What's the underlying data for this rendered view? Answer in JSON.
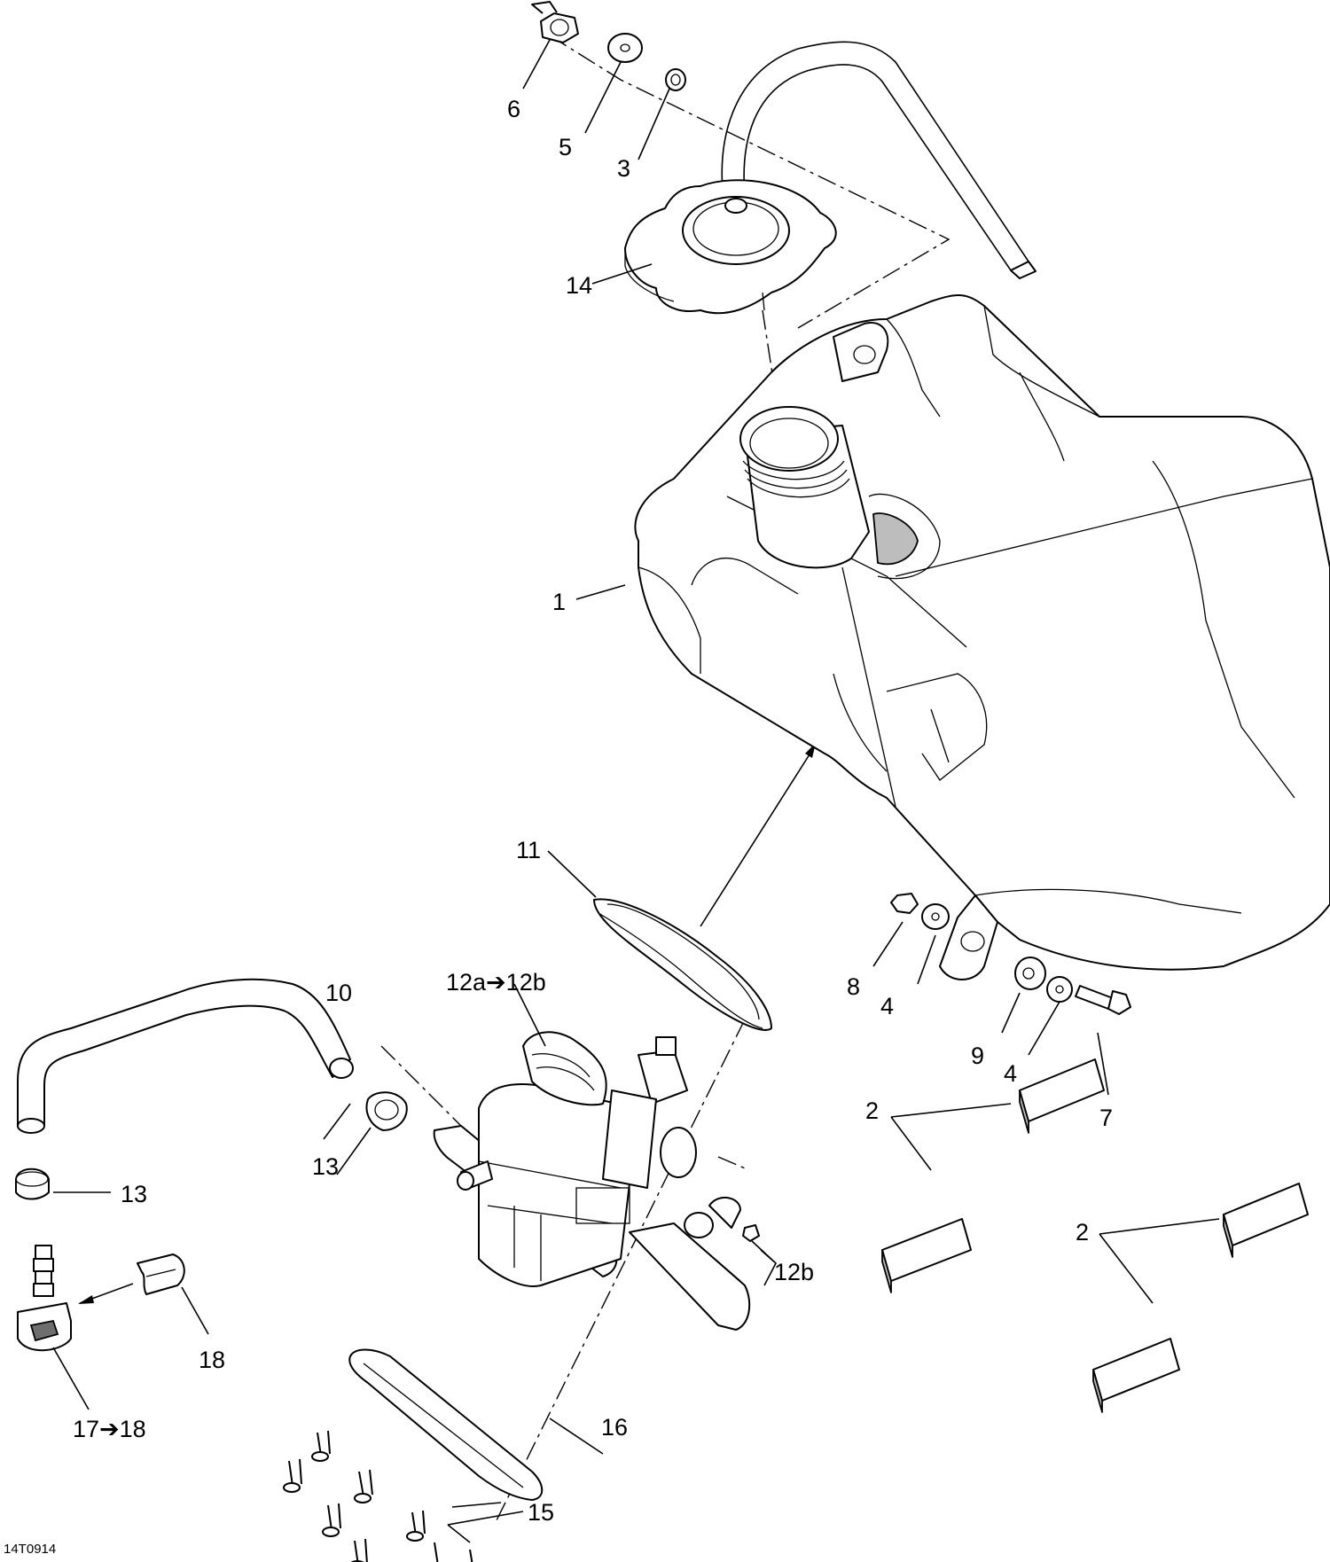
{
  "labels": {
    "l1": "1",
    "l2a": "2",
    "l2b": "2",
    "l3": "3",
    "l4a": "4",
    "l4b": "4",
    "l5": "5",
    "l6": "6",
    "l7": "7",
    "l8": "8",
    "l9": "9",
    "l10": "10",
    "l11": "11",
    "l12ab": "12a➔12b",
    "l12b": "12b",
    "l13a": "13",
    "l13b": "13",
    "l14": "14",
    "l15": "15",
    "l16": "16",
    "l17": "17➔18",
    "l18": "18"
  },
  "figure_code": "14T0914"
}
